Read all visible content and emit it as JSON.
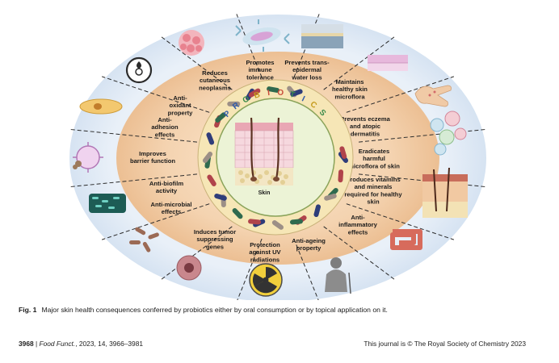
{
  "figure": {
    "center_title": "PROBIOTICS",
    "skin_label": "Skin",
    "labels": [
      [
        "Reduces",
        "cutaneous",
        "neoplasms"
      ],
      [
        "Promotes",
        "immune",
        "tolerance"
      ],
      [
        "Prevents trans-",
        "epidermal",
        "water loss"
      ],
      [
        "Maintains",
        "healthy skin",
        "microflora"
      ],
      [
        "Prevents eczema",
        "and atopic",
        "dermatitis"
      ],
      [
        "Eradicates",
        "harmful",
        "microflora of skin"
      ],
      [
        "Produces vitamins",
        "and minerals",
        "required for healthy",
        "skin"
      ],
      [
        "Anti-",
        "inflammatory",
        "effects"
      ],
      [
        "Anti-ageing",
        "property"
      ],
      [
        "Protection",
        "against UV",
        "radiations"
      ],
      [
        "Induces tumor",
        "suppressing",
        "genes"
      ],
      [
        "Anti-microbial",
        "effects"
      ],
      [
        "Anti-biofilm",
        "activity"
      ],
      [
        "Improves",
        "barrier function"
      ],
      [
        "Anti-",
        "adhesion",
        "effects"
      ],
      [
        "Anti-",
        "oxidant",
        "property"
      ]
    ],
    "icons": [
      "cancer-cells-icon",
      "immune-cell-icon",
      "skin-barrier-icon",
      "healthy-skin-layer-icon",
      "eczema-hand-icon",
      "bacteria-colonies-icon",
      "skin-cross-section-icon",
      "intestine-icon",
      "elderly-person-icon",
      "radiation-icon",
      "tumor-cell-icon",
      "bacteria-icon",
      "biofilm-icon",
      "cell-barrier-icon",
      "adhered-cell-icon",
      "oxidant-hazard-icon"
    ],
    "colors": {
      "outer_ring": "#dfeaf6",
      "middle_ring": "#f0c9a3",
      "inner_ring": "#f7e9bd",
      "skin_circle": "#ecf4d8",
      "rods": [
        "#2f3d7a",
        "#b0434b",
        "#2f6a4e",
        "#9c8f86"
      ]
    }
  },
  "caption": {
    "label": "Fig. 1",
    "text": "Major skin health consequences conferred by probiotics either by oral consumption or by topical application on it."
  },
  "footer": {
    "page": "3968",
    "sep": "|",
    "journal": "Food Funct.",
    "citation": ", 2023, 14, 3966–3981",
    "rights": "This journal is © The Royal Society of Chemistry 2023"
  }
}
